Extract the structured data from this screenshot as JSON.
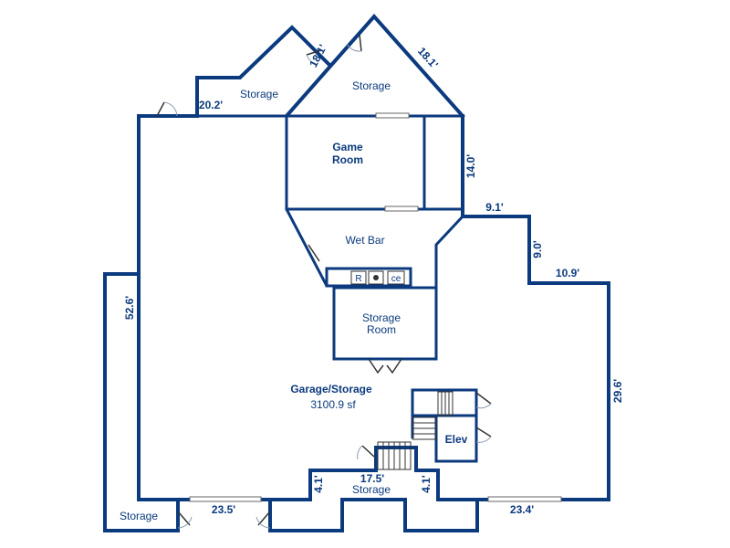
{
  "rooms": {
    "game_room_1": "Game",
    "game_room_2": "Room",
    "storage_top_left": "Storage",
    "storage_top_right": "Storage",
    "wet_bar": "Wet Bar",
    "storage_room_1": "Storage",
    "storage_room_2": "Room",
    "garage": "Garage/Storage",
    "garage_area": "3100.9 sf",
    "elevator": "Elev",
    "storage_bottom": "Storage",
    "storage_bottom_left": "Storage"
  },
  "fixtures": {
    "refrigerator": "R",
    "ice": "ce"
  },
  "dimensions": {
    "d_20_2": "20.2'",
    "d_18_1_left": "18.1'",
    "d_18_1_right": "18.1'",
    "d_14_0": "14.0'",
    "d_9_1": "9.1'",
    "d_9_0": "9.0'",
    "d_10_9": "10.9'",
    "d_29_6": "29.6'",
    "d_52_6": "52.6'",
    "d_23_5": "23.5'",
    "d_17_5": "17.5'",
    "d_4_1_left": "4.1'",
    "d_4_1_right": "4.1'",
    "d_23_4": "23.4'"
  },
  "colors": {
    "wall": "#0b3a7e",
    "text": "#0b3a7e"
  }
}
